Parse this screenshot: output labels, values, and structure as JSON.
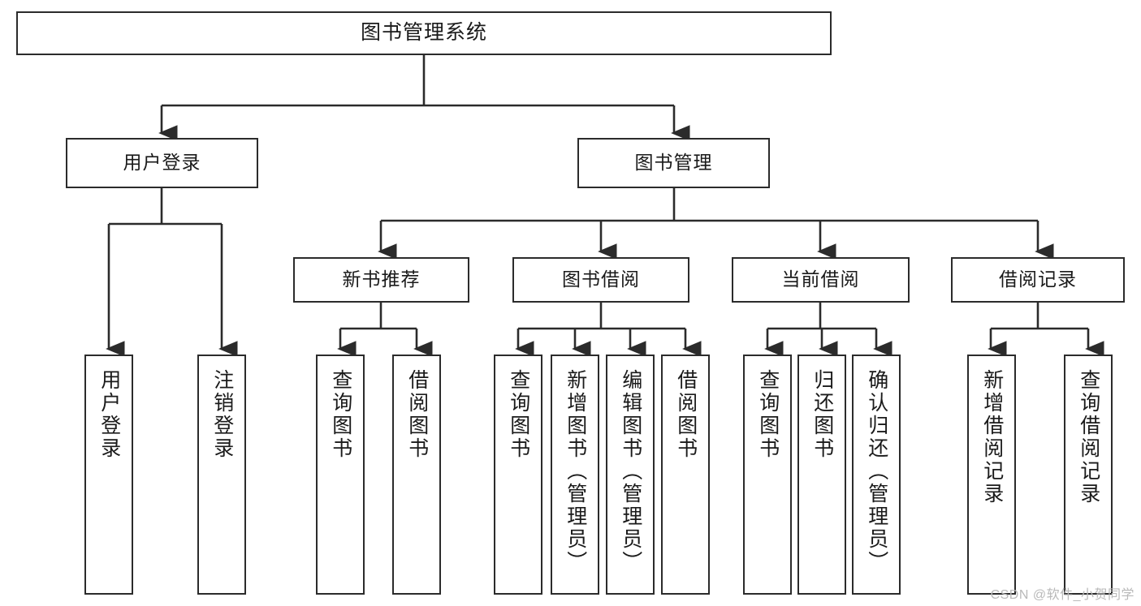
{
  "diagram": {
    "title": "图书管理系统",
    "type": "tree-hierarchy",
    "colors": {
      "box_border": "#2b2b2b",
      "box_fill": "#ffffff",
      "edge": "#2b2b2b",
      "text": "#1a1a1a",
      "watermark": "#b9b9b9",
      "background": "#ffffff"
    },
    "watermark": "CSDN @软件_小贺同学",
    "levels": {
      "root": {
        "label": "图书管理系统"
      },
      "level2": [
        {
          "label": "用户登录"
        },
        {
          "label": "图书管理"
        }
      ],
      "level3": [
        {
          "label": "新书推荐"
        },
        {
          "label": "图书借阅"
        },
        {
          "label": "当前借阅"
        },
        {
          "label": "借阅记录"
        }
      ],
      "leaves": [
        {
          "label": "用户登录",
          "parent": "用户登录"
        },
        {
          "label": "注销登录",
          "parent": "用户登录"
        },
        {
          "label": "查询图书",
          "parent": "新书推荐"
        },
        {
          "label": "借阅图书",
          "parent": "新书推荐"
        },
        {
          "label": "查询图书",
          "parent": "图书借阅"
        },
        {
          "label": "新增图书（管理员）",
          "parent": "图书借阅"
        },
        {
          "label": "编辑图书（管理员）",
          "parent": "图书借阅"
        },
        {
          "label": "借阅图书",
          "parent": "图书借阅"
        },
        {
          "label": "查询图书",
          "parent": "当前借阅"
        },
        {
          "label": "归还图书",
          "parent": "当前借阅"
        },
        {
          "label": "确认归还（管理员）",
          "parent": "当前借阅"
        },
        {
          "label": "新增借阅记录",
          "parent": "借阅记录"
        },
        {
          "label": "查询借阅记录",
          "parent": "借阅记录"
        }
      ]
    }
  }
}
